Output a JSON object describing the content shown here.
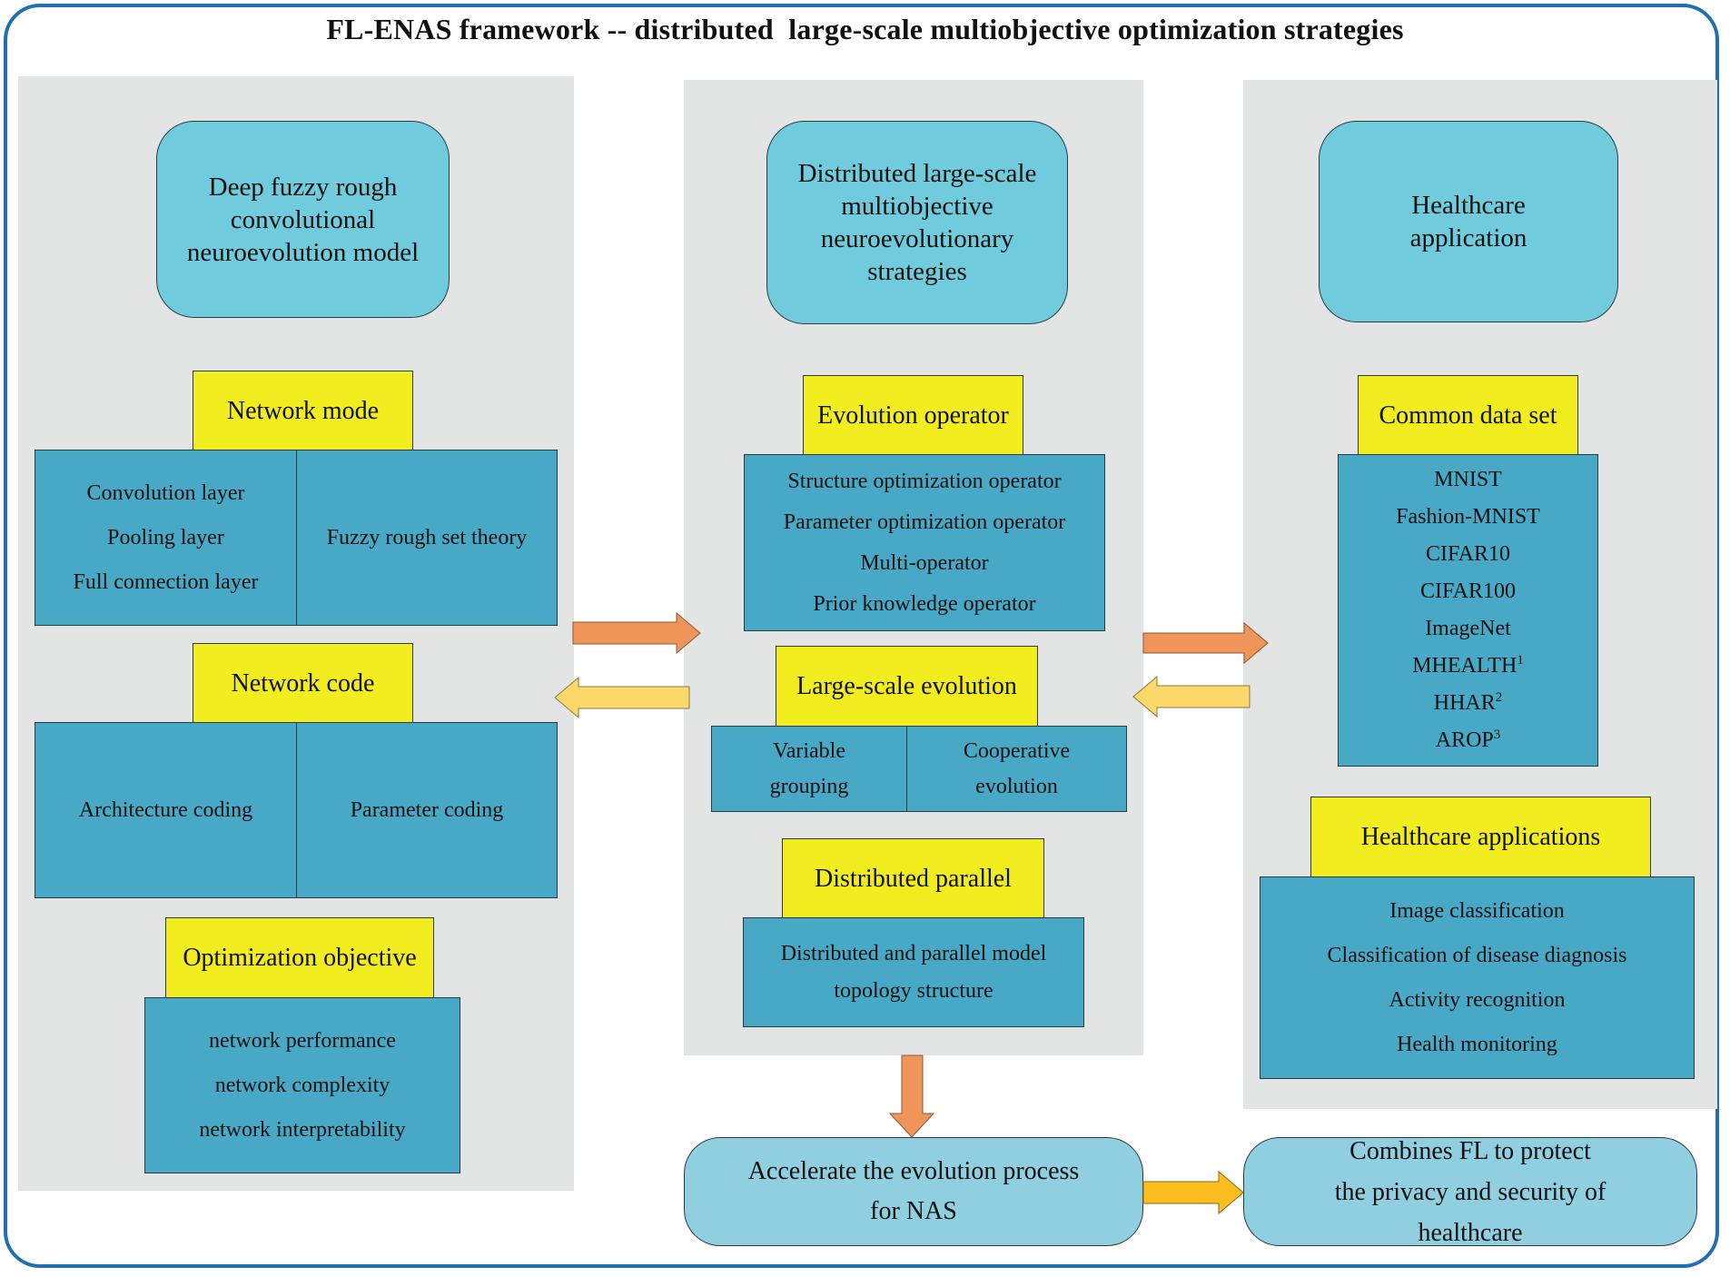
{
  "title": "FL-ENAS framework -- distributed  large-scale multiobjective optimization strategies",
  "colors": {
    "frame_border": "#1f6fb2",
    "panel_bg": "#e3e4e4",
    "header_box": "#70ccdc",
    "yellow_label": "#f2ed1f",
    "content_box": "#47a9c6",
    "bottom_box": "#90cfe0",
    "arrow_orange": "#f0955a",
    "arrow_yellow": "#fdd96b",
    "arrow_gold": "#fbbe1e"
  },
  "left": {
    "header": "Deep fuzzy rough\nconvolutional\nneuroevolution model",
    "network_mode": {
      "label": "Network mode",
      "layers": [
        "Convolution layer",
        "Pooling layer",
        "Full connection layer"
      ],
      "theory": "Fuzzy rough set theory"
    },
    "network_code": {
      "label": "Network code",
      "architecture": "Architecture coding",
      "parameter": "Parameter coding"
    },
    "optimization": {
      "label": "Optimization objective",
      "items": [
        "network performance",
        "network complexity",
        "network interpretability"
      ]
    }
  },
  "middle": {
    "header": "Distributed large-scale\nmultiobjective\nneuroevolutionary\nstrategies",
    "evolution_operator": {
      "label": "Evolution operator",
      "items": [
        "Structure optimization operator",
        "Parameter optimization operator",
        "Multi-operator",
        "Prior knowledge operator"
      ]
    },
    "large_scale": {
      "label": "Large-scale evolution",
      "variable": [
        "Variable",
        "grouping"
      ],
      "cooperative": [
        "Cooperative",
        "evolution"
      ]
    },
    "distributed": {
      "label": "Distributed parallel",
      "items": [
        "Distributed and parallel model",
        "topology structure"
      ]
    }
  },
  "right": {
    "header": "Healthcare\napplication",
    "datasets": {
      "label": "Common data set",
      "items": [
        {
          "name": "MNIST",
          "sup": ""
        },
        {
          "name": "Fashion-MNIST",
          "sup": ""
        },
        {
          "name": "CIFAR10",
          "sup": ""
        },
        {
          "name": "CIFAR100",
          "sup": ""
        },
        {
          "name": "ImageNet",
          "sup": ""
        },
        {
          "name": "MHEALTH",
          "sup": "1"
        },
        {
          "name": "HHAR",
          "sup": "2"
        },
        {
          "name": "AROP",
          "sup": "3"
        }
      ]
    },
    "applications": {
      "label": "Healthcare applications",
      "items": [
        "Image classification",
        "Classification of disease diagnosis",
        "Activity recognition",
        "Health monitoring"
      ]
    }
  },
  "bottom": {
    "accelerate": "Accelerate the evolution process\nfor NAS",
    "combines": "Combines FL to protect\nthe privacy and security of\nhealthcare"
  }
}
